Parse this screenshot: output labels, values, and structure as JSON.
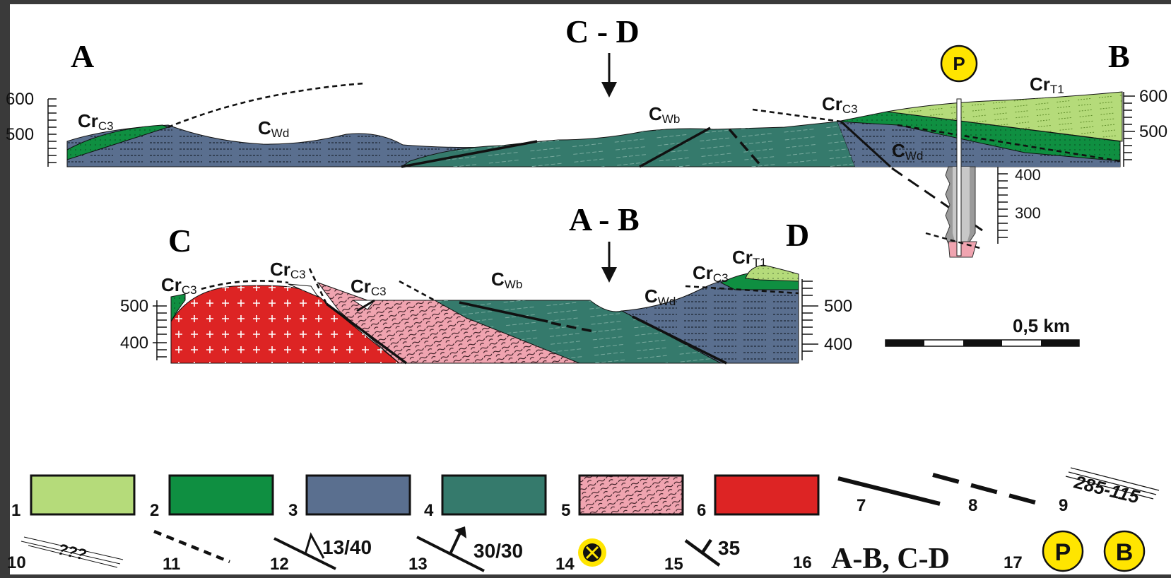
{
  "sections": {
    "cd": {
      "title": "C - D",
      "end_left": "A",
      "end_right": "B",
      "elev_left": [
        "600",
        "500"
      ],
      "elev_right": [
        "600",
        "500"
      ],
      "well_depths": [
        "400",
        "300"
      ],
      "labels": {
        "crc3_left": {
          "main": "Cr",
          "sub": "C3"
        },
        "cwd": {
          "main": "C",
          "sub": "Wd"
        },
        "cwb": {
          "main": "C",
          "sub": "Wb"
        },
        "crc3_right": {
          "main": "Cr",
          "sub": "C3"
        },
        "crt1": {
          "main": "Cr",
          "sub": "T1"
        },
        "cwd_right": {
          "main": "C",
          "sub": "Wd"
        }
      }
    },
    "ab": {
      "title": "A - B",
      "end_left": "C",
      "end_right": "D",
      "elev_left": [
        "500",
        "400"
      ],
      "elev_right": [
        "500",
        "400"
      ],
      "labels": {
        "crc3_a": {
          "main": "Cr",
          "sub": "C3"
        },
        "crc3_b": {
          "main": "Cr",
          "sub": "C3"
        },
        "crc3_c": {
          "main": "Cr",
          "sub": "C3"
        },
        "cwb": {
          "main": "C",
          "sub": "Wb"
        },
        "cwd": {
          "main": "C",
          "sub": "Wd"
        },
        "crc3_d": {
          "main": "Cr",
          "sub": "C3"
        },
        "crt1": {
          "main": "Cr",
          "sub": "T1"
        }
      }
    }
  },
  "scale_bar": {
    "label": "0,5 km"
  },
  "well_symbol": "P",
  "legend": [
    {
      "num": "1",
      "color": "#b5db7a"
    },
    {
      "num": "2",
      "color": "#0f8f41"
    },
    {
      "num": "3",
      "color": "#5a6f8f"
    },
    {
      "num": "4",
      "color": "#357a6c"
    },
    {
      "num": "5",
      "color": "#f0a4b0"
    },
    {
      "num": "6",
      "color": "#dd2424"
    },
    {
      "num": "7"
    },
    {
      "num": "8"
    },
    {
      "num": "9",
      "text": "285-115"
    },
    {
      "num": "10",
      "text": "???"
    },
    {
      "num": "11"
    },
    {
      "num": "12",
      "text": "13/40"
    },
    {
      "num": "13",
      "text": "30/30"
    },
    {
      "num": "14"
    },
    {
      "num": "15",
      "text": "35"
    },
    {
      "num": "16",
      "text": "A-B, C-D"
    },
    {
      "num": "17",
      "symbols": [
        "P",
        "B"
      ]
    }
  ],
  "colors": {
    "lime": "#b5db7a",
    "green": "#0f8f41",
    "slate": "#5a6f8f",
    "teal": "#357a6c",
    "pink": "#f0a4b0",
    "red": "#dd2424",
    "yellow": "#ffe500"
  }
}
